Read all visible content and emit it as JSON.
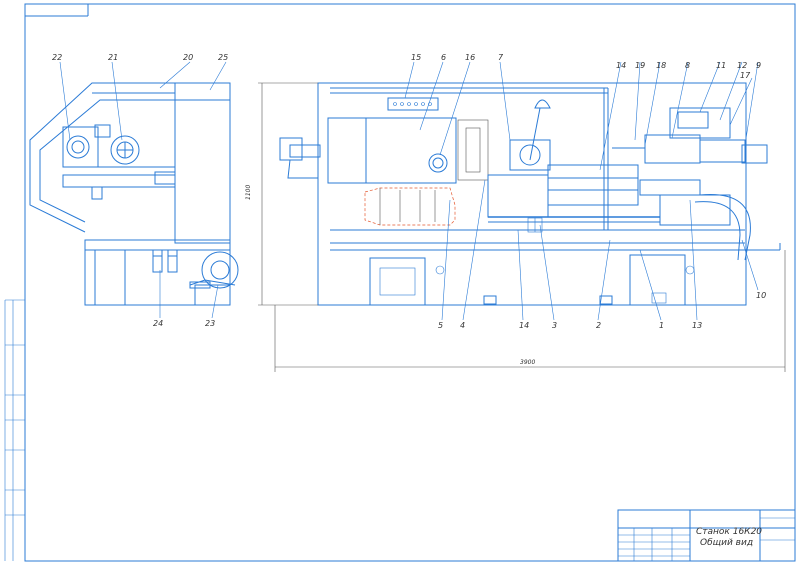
{
  "title_block": {
    "title_line1": "Станок 16К20",
    "title_line2": "Общий вид"
  },
  "dimensions": {
    "height": "1100",
    "length": "3900"
  },
  "callouts_side_view": [
    "22",
    "21",
    "20",
    "25",
    "24",
    "23"
  ],
  "callouts_main_view": [
    "15",
    "6",
    "16",
    "7",
    "14",
    "19",
    "18",
    "8",
    "11",
    "12",
    "9",
    "17",
    "10",
    "13",
    "1",
    "2",
    "3",
    "14",
    "4",
    "5"
  ],
  "colors": {
    "line": "#2b7bd6",
    "accent": "#e4572e"
  }
}
